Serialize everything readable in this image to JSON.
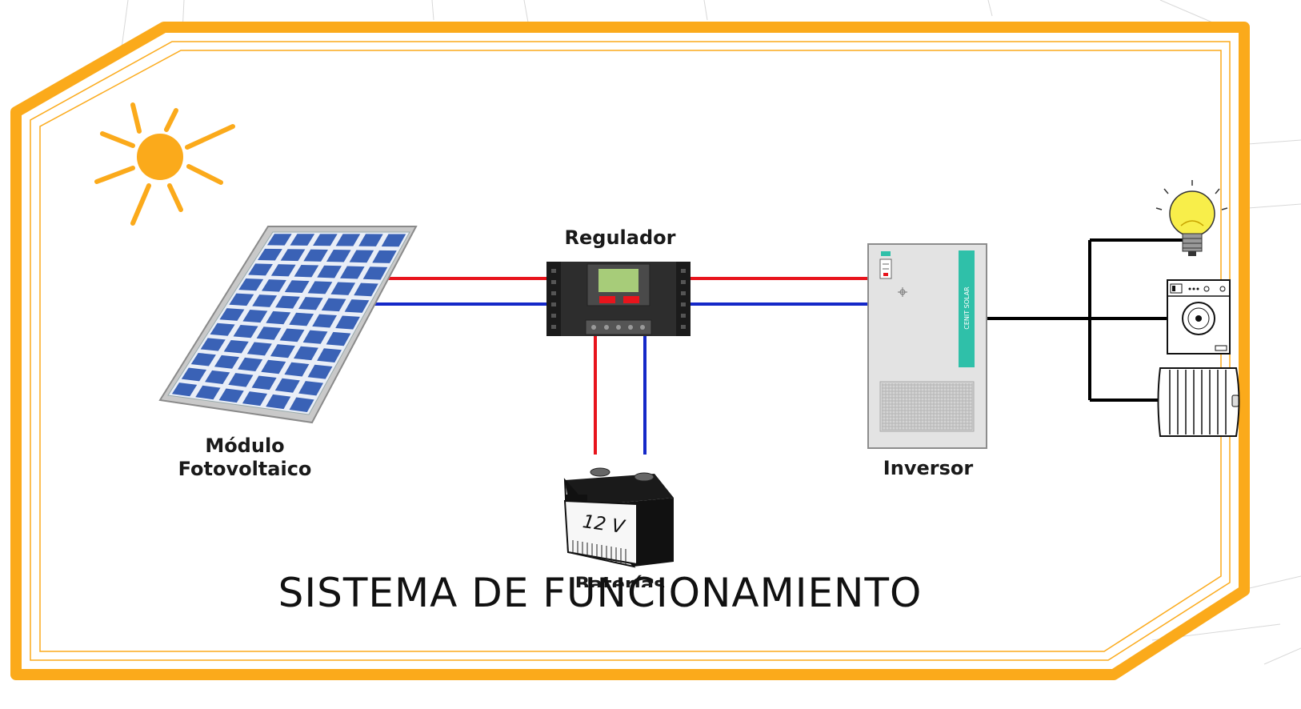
{
  "diagram": {
    "title": "SISTEMA DE FUNCIONAMIENTO",
    "components": {
      "panel": {
        "label_line1": "Módulo",
        "label_line2": "Fotovoltaico"
      },
      "regulator": {
        "label": "Regulador"
      },
      "battery": {
        "label": "Baterías",
        "voltage": "12 V"
      },
      "inverter": {
        "label": "Inversor",
        "brand_text": "CENIT SOLAR"
      }
    },
    "loads": [
      "light-bulb",
      "washing-machine",
      "radiator"
    ],
    "colors": {
      "frame": "#FBAA1B",
      "positive_wire": "#E8141C",
      "negative_wire": "#1428C8",
      "ac_wire": "#000000",
      "sun": "#FBAA1B",
      "panel_cell": "#3A62B6",
      "inverter_strip": "#2FC0A9"
    }
  }
}
